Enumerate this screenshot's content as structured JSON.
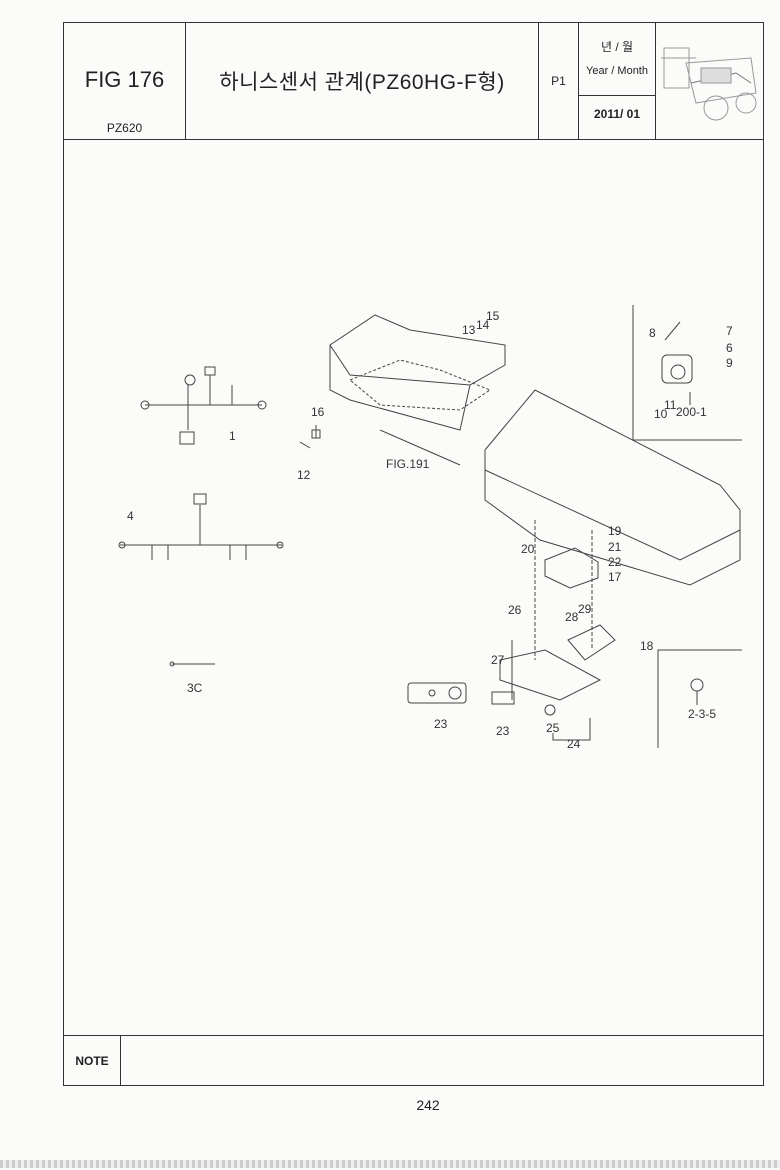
{
  "header": {
    "fig_number": "FIG 176",
    "model": "PZ620",
    "title": "하니스센서 관계(PZ60HG-F형)",
    "page_code": "P1",
    "date_label_ko": "년 / 월",
    "date_label_en": "Year / Month",
    "date_value": "2011/ 01",
    "thumbnail_icon": "tractor-thumbnail"
  },
  "diagram": {
    "callouts": [
      "13",
      "14",
      "15",
      "16",
      "12",
      "FIG.191",
      "1",
      "4",
      "3C",
      "8",
      "7",
      "6",
      "9",
      "11",
      "10",
      "200-1",
      "19",
      "20",
      "21",
      "22",
      "17",
      "26",
      "29",
      "28",
      "18",
      "27",
      "23",
      "23",
      "25",
      "24",
      "2-3-5"
    ]
  },
  "note": {
    "label": "NOTE",
    "content": ""
  },
  "page_number": "242"
}
